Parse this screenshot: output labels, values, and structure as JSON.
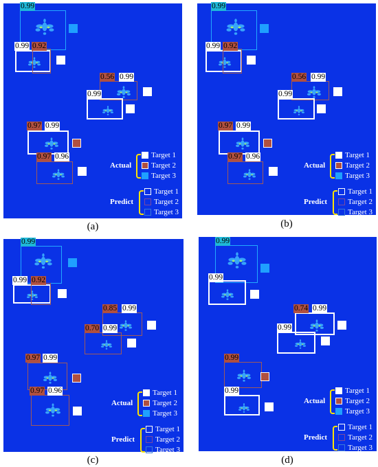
{
  "panels": [
    {
      "label": "(a)",
      "scores": [
        {
          "text": "0.99",
          "cls": "s3"
        },
        {
          "text": "0.99",
          "cls": "s1"
        },
        {
          "text": "0.92",
          "cls": "s2"
        },
        {
          "text": "0.56",
          "cls": "s2"
        },
        {
          "text": "0.99",
          "cls": "s1"
        },
        {
          "text": "0.99",
          "cls": "s1"
        },
        {
          "text": "0.97",
          "cls": "s2"
        },
        {
          "text": "0.99",
          "cls": "s1"
        },
        {
          "text": "0.97",
          "cls": "s2"
        },
        {
          "text": "0.96",
          "cls": "s1"
        }
      ]
    },
    {
      "label": "(b)",
      "scores": [
        {
          "text": "0.99",
          "cls": "s3"
        },
        {
          "text": "0.99",
          "cls": "s1"
        },
        {
          "text": "0.92",
          "cls": "s2"
        },
        {
          "text": "0.56",
          "cls": "s2"
        },
        {
          "text": "0.99",
          "cls": "s1"
        },
        {
          "text": "0.99",
          "cls": "s1"
        },
        {
          "text": "0.97",
          "cls": "s2"
        },
        {
          "text": "0.99",
          "cls": "s1"
        },
        {
          "text": "0.97",
          "cls": "s2"
        },
        {
          "text": "0.96",
          "cls": "s1"
        }
      ]
    },
    {
      "label": "(c)",
      "scores": [
        {
          "text": "0.99",
          "cls": "s3"
        },
        {
          "text": "0.99",
          "cls": "s1"
        },
        {
          "text": "0.92",
          "cls": "s2"
        },
        {
          "text": "0.85",
          "cls": "s2"
        },
        {
          "text": "0.99",
          "cls": "s1"
        },
        {
          "text": "0.70",
          "cls": "s2"
        },
        {
          "text": "0.99",
          "cls": "s1"
        },
        {
          "text": "0.97",
          "cls": "s2"
        },
        {
          "text": "0.99",
          "cls": "s1"
        },
        {
          "text": "0.97",
          "cls": "s2"
        },
        {
          "text": "0.96",
          "cls": "s1"
        }
      ]
    },
    {
      "label": "(d)",
      "scores": [
        {
          "text": "0.99",
          "cls": "s3"
        },
        {
          "text": "0.99",
          "cls": "s1"
        },
        {
          "text": "0.74",
          "cls": "s2"
        },
        {
          "text": "0.99",
          "cls": "s1"
        },
        {
          "text": "0.99",
          "cls": "s1"
        },
        {
          "text": "0.99",
          "cls": "s2"
        },
        {
          "text": "0.99",
          "cls": "s1"
        }
      ]
    }
  ],
  "legend": {
    "actual_label": "Actual",
    "predict_label": "Predict",
    "items": [
      "Target 1",
      "Target 2",
      "Target 3"
    ]
  },
  "colors": {
    "background": "#0a32e6",
    "target1": "#ffffff",
    "target2": "#b05040",
    "target3": "#1fa0ff"
  }
}
